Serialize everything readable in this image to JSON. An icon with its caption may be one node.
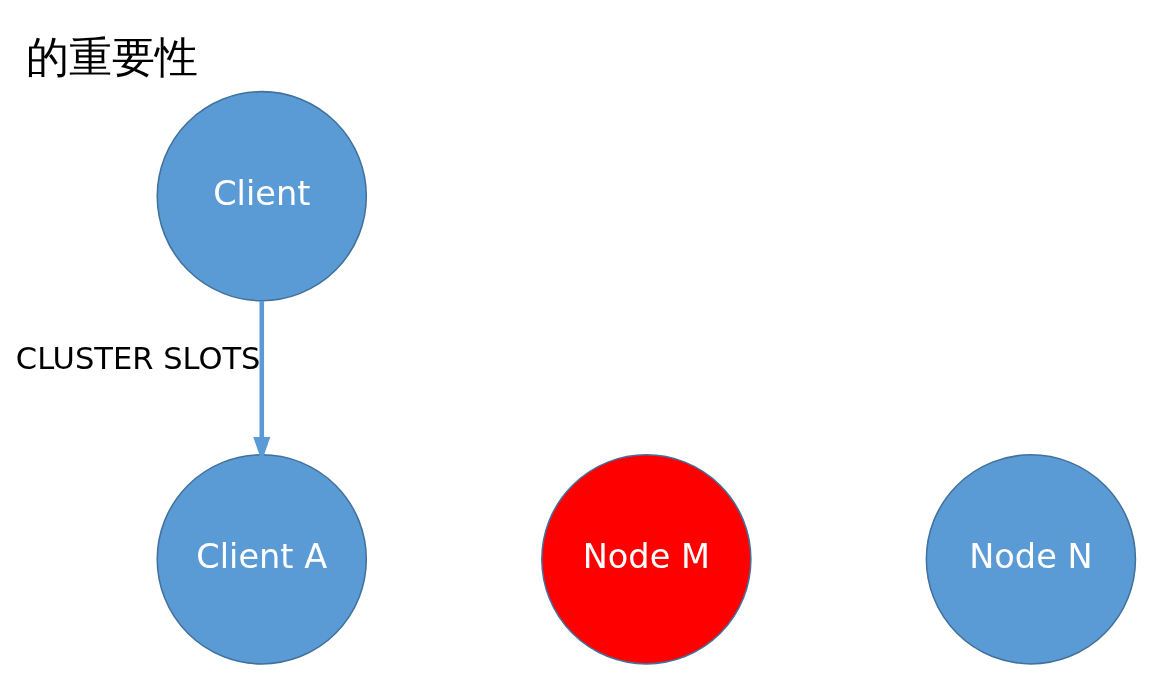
{
  "diagram": {
    "title": "的重要性",
    "nodes": [
      {
        "text": [
          "Client"
        ]
      },
      {
        "text": [
          "Client A"
        ]
      },
      {
        "text": [
          "Node M"
        ]
      },
      {
        "text": [
          "Node N"
        ]
      }
    ],
    "edges": [
      {
        "from": 0,
        "to": 1,
        "arrow": "to",
        "label": "CLUSTER SLOTS",
        "color": "#5b9bd5"
      }
    ]
  }
}
